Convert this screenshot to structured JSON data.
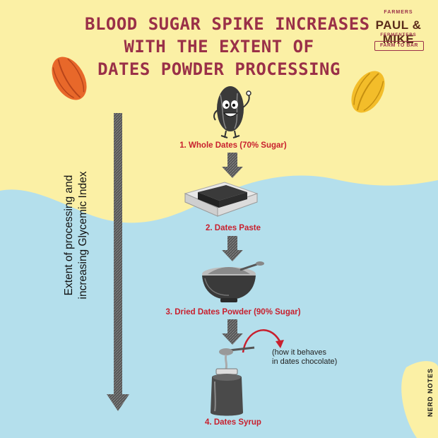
{
  "title": {
    "line1": "BLOOD SUGAR SPIKE INCREASES",
    "line2": "WITH THE EXTENT OF",
    "line3": "DATES POWDER PROCESSING"
  },
  "brand": {
    "top": "FARMERS",
    "name": "PAUL & MIKE",
    "sub": "FERMENTERS",
    "tag": "FARM TO BAR"
  },
  "side_label": {
    "line1": "Extent of processing and",
    "line2": "increasing Glycemic Index"
  },
  "steps": [
    {
      "label": "1. Whole Dates (70% Sugar)"
    },
    {
      "label": "2. Dates Paste"
    },
    {
      "label": "3. Dried Dates Powder (90% Sugar)"
    },
    {
      "label": "4. Dates Syrup"
    }
  ],
  "note": {
    "line1": "(how it behaves",
    "line2": "in dates chocolate)"
  },
  "corner_tag": "NERD NOTES",
  "colors": {
    "yellow_bg": "#fbf0a5",
    "blue_bg": "#b4dfec",
    "accent_red": "#c8202e",
    "title_color": "#9a3048"
  }
}
